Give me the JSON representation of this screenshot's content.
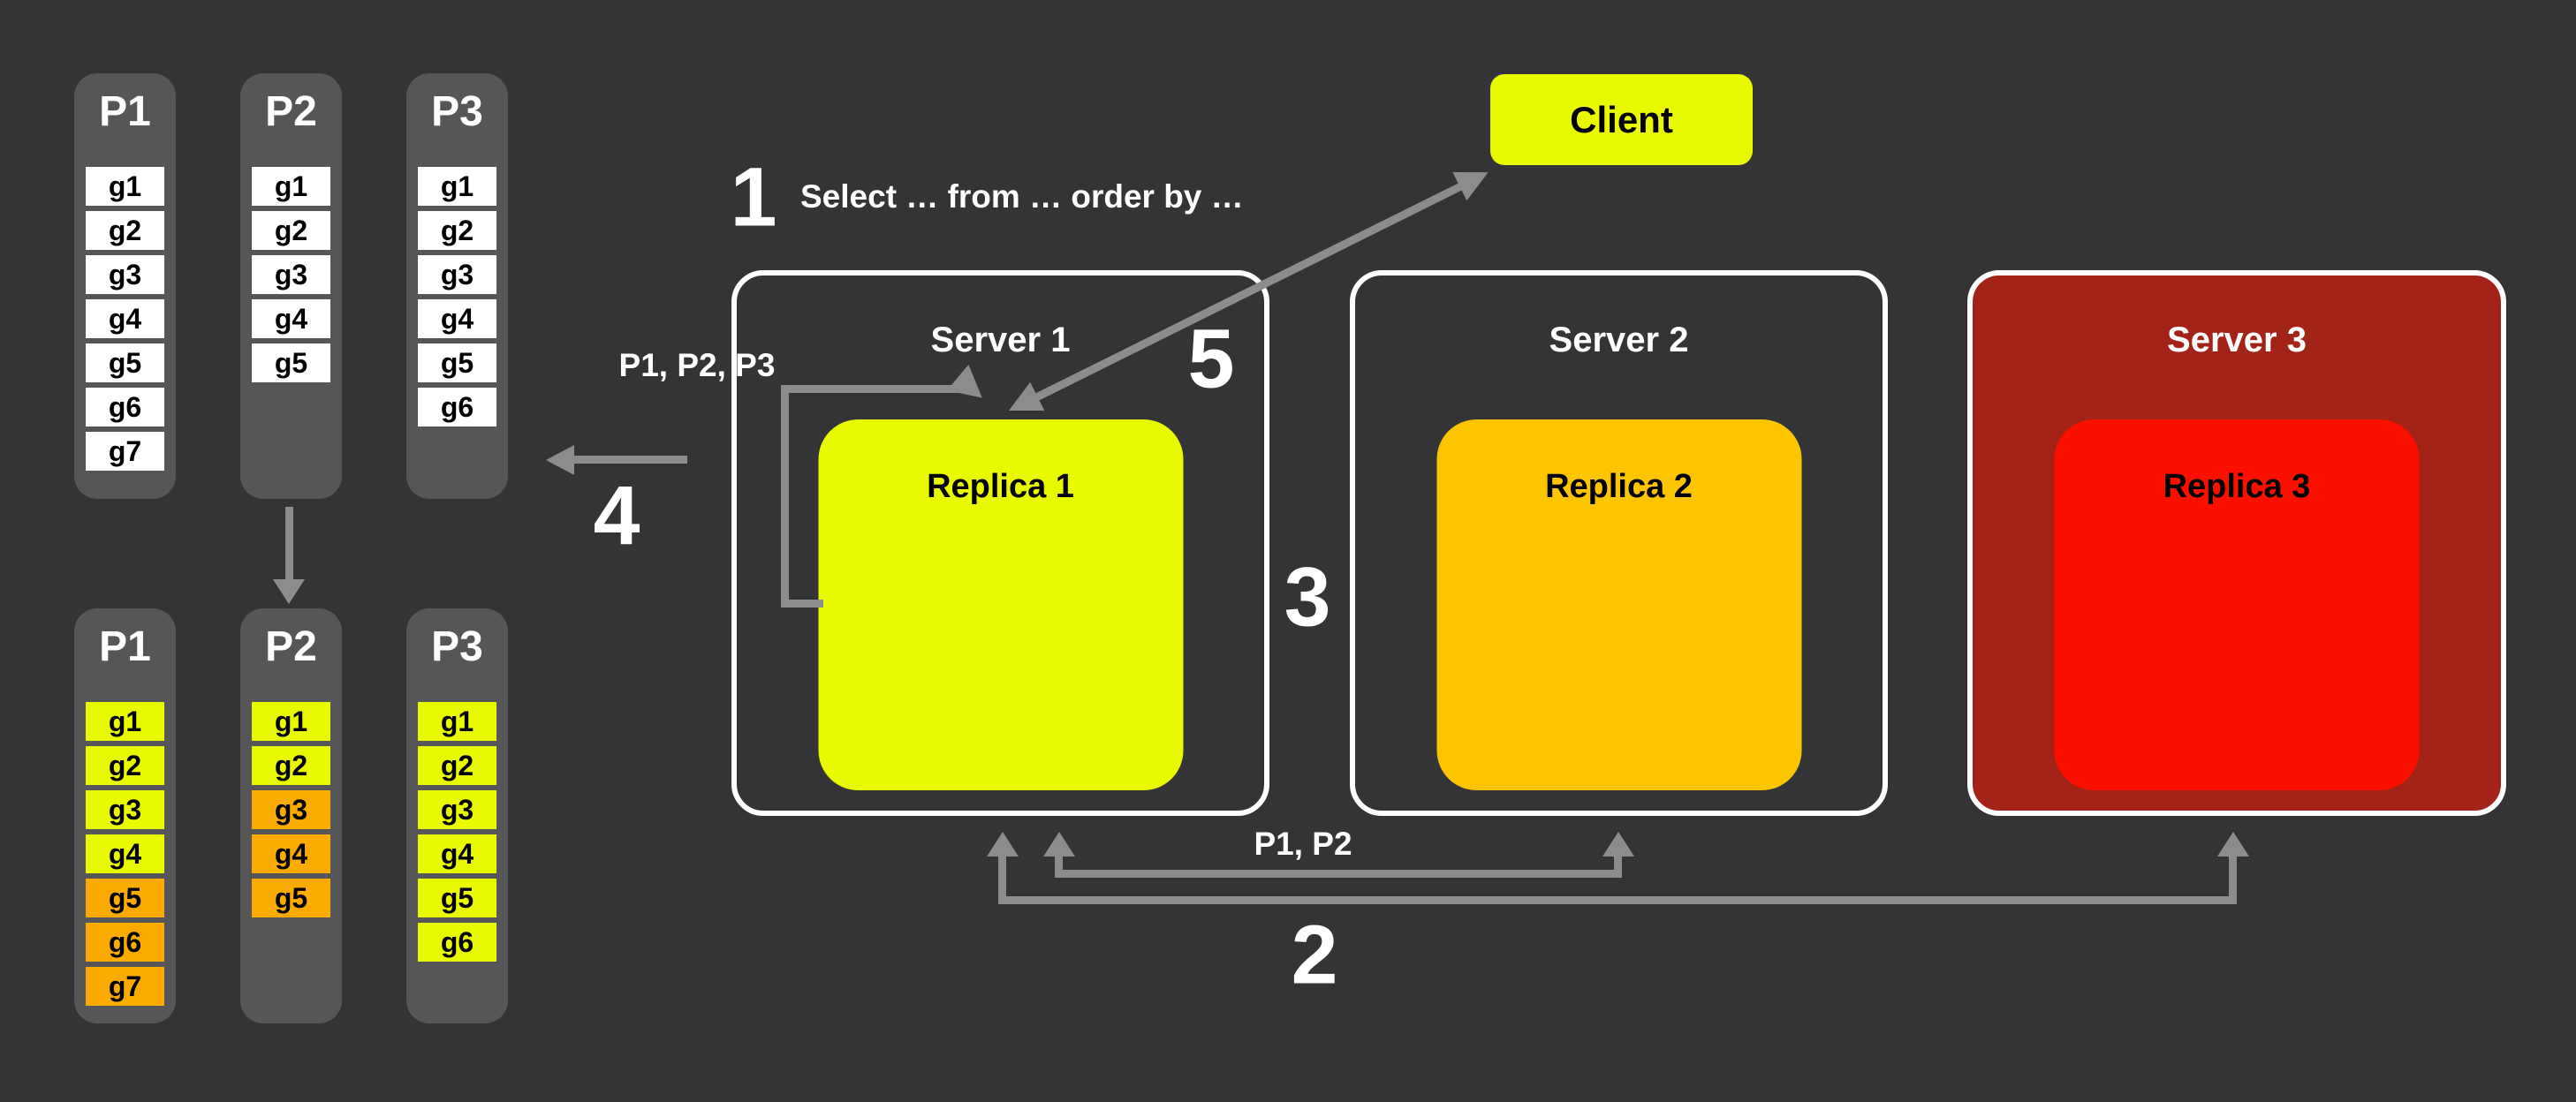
{
  "colors": {
    "background": "#343335",
    "column_gray": "#565558",
    "box_white": "#ffffff",
    "yellow": "#e8f900",
    "orange": "#fbab00",
    "amber": "#fdc500",
    "red": "#fb1000",
    "brick": "#a42318",
    "arrow_gray": "#8c8c8c",
    "server_border": "#ffffff",
    "text_white": "#ffffff",
    "text_black": "#000000"
  },
  "client": {
    "label": "Client"
  },
  "servers": [
    {
      "label": "Server 1",
      "replica_label": "Replica 1",
      "replica_color": "yellow"
    },
    {
      "label": "Server 2",
      "replica_label": "Replica 2",
      "replica_color": "amber"
    },
    {
      "label": "Server 3",
      "replica_label": "Replica 3",
      "replica_color": "red"
    }
  ],
  "steps": {
    "s1_number": "1",
    "s1_text": "Select … from … order by …",
    "s2_number": "2",
    "s2_label": "P1, P2",
    "s3_number": "3",
    "s4_number": "4",
    "s5_number": "5",
    "route_label": "P1, P2, P3"
  },
  "partitions": {
    "unsorted": [
      {
        "name": "P1",
        "groups": [
          {
            "label": "g1",
            "color": "box_white"
          },
          {
            "label": "g2",
            "color": "box_white"
          },
          {
            "label": "g3",
            "color": "box_white"
          },
          {
            "label": "g4",
            "color": "box_white"
          },
          {
            "label": "g5",
            "color": "box_white"
          },
          {
            "label": "g6",
            "color": "box_white"
          },
          {
            "label": "g7",
            "color": "box_white"
          }
        ]
      },
      {
        "name": "P2",
        "groups": [
          {
            "label": "g1",
            "color": "box_white"
          },
          {
            "label": "g2",
            "color": "box_white"
          },
          {
            "label": "g3",
            "color": "box_white"
          },
          {
            "label": "g4",
            "color": "box_white"
          },
          {
            "label": "g5",
            "color": "box_white"
          }
        ]
      },
      {
        "name": "P3",
        "groups": [
          {
            "label": "g1",
            "color": "box_white"
          },
          {
            "label": "g2",
            "color": "box_white"
          },
          {
            "label": "g3",
            "color": "box_white"
          },
          {
            "label": "g4",
            "color": "box_white"
          },
          {
            "label": "g5",
            "color": "box_white"
          },
          {
            "label": "g6",
            "color": "box_white"
          }
        ]
      }
    ],
    "sorted": [
      {
        "name": "P1",
        "groups": [
          {
            "label": "g1",
            "color": "yellow"
          },
          {
            "label": "g2",
            "color": "yellow"
          },
          {
            "label": "g3",
            "color": "yellow"
          },
          {
            "label": "g4",
            "color": "yellow"
          },
          {
            "label": "g5",
            "color": "orange"
          },
          {
            "label": "g6",
            "color": "orange"
          },
          {
            "label": "g7",
            "color": "orange"
          }
        ]
      },
      {
        "name": "P2",
        "groups": [
          {
            "label": "g1",
            "color": "yellow"
          },
          {
            "label": "g2",
            "color": "yellow"
          },
          {
            "label": "g3",
            "color": "orange"
          },
          {
            "label": "g4",
            "color": "orange"
          },
          {
            "label": "g5",
            "color": "orange"
          }
        ]
      },
      {
        "name": "P3",
        "groups": [
          {
            "label": "g1",
            "color": "yellow"
          },
          {
            "label": "g2",
            "color": "yellow"
          },
          {
            "label": "g3",
            "color": "yellow"
          },
          {
            "label": "g4",
            "color": "yellow"
          },
          {
            "label": "g5",
            "color": "yellow"
          },
          {
            "label": "g6",
            "color": "yellow"
          }
        ]
      }
    ]
  }
}
